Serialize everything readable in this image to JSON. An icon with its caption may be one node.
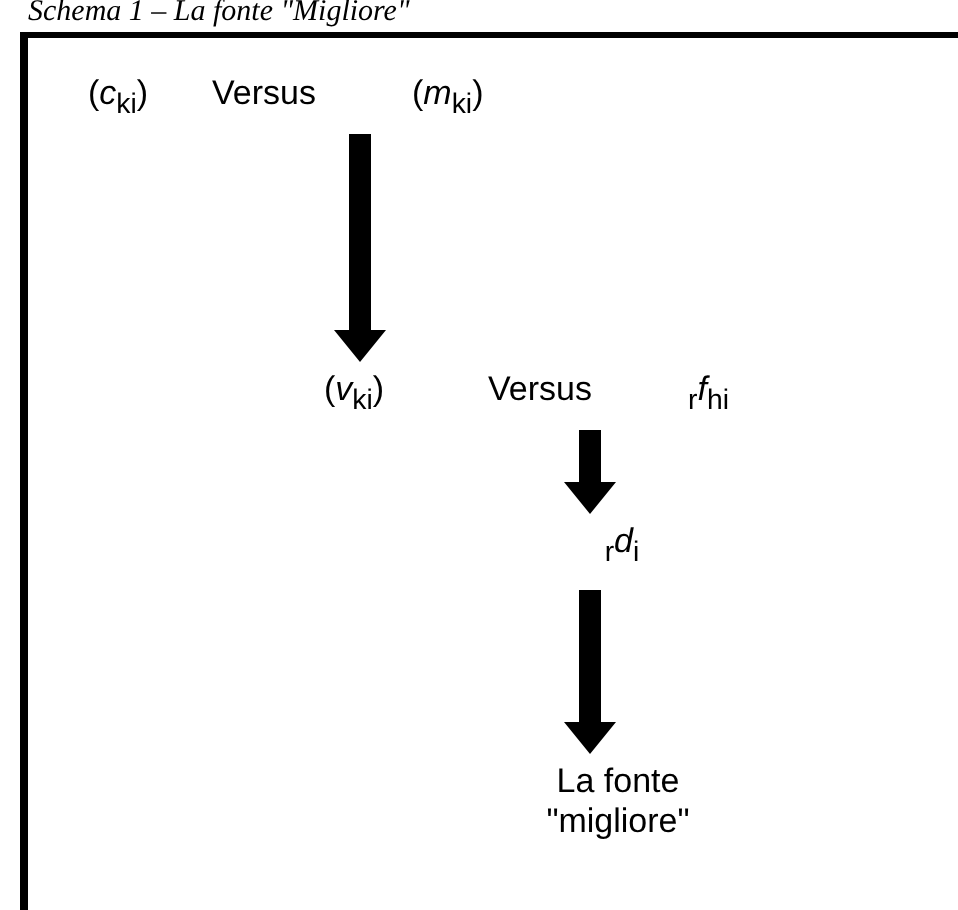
{
  "diagram": {
    "title": "Schema 1 – La fonte \"Migliore\"",
    "nodes": [
      {
        "text": [],
        "shape": "box"
      },
      {
        "text": [
          "(*c*$_{ki}$)",
          "Versus",
          "(*m*$_{ki}$)"
        ],
        "in": 0
      },
      {
        "text": [
          "(*v*$_{ki}$)",
          "Versus",
          "$_{r}$*f*$_{hi}$"
        ],
        "in": 0
      },
      {
        "text": [
          "$_{r}$*d*$_{i}$"
        ],
        "in": 0
      },
      {
        "text": [
          "La fonte \"migliore\""
        ],
        "in": 0
      }
    ],
    "edges": [
      {
        "from": 1,
        "to": 2,
        "arrow": "to"
      },
      {
        "from": 2,
        "to": 3,
        "arrow": "to"
      },
      {
        "from": 3,
        "to": 4,
        "arrow": "to"
      }
    ]
  }
}
